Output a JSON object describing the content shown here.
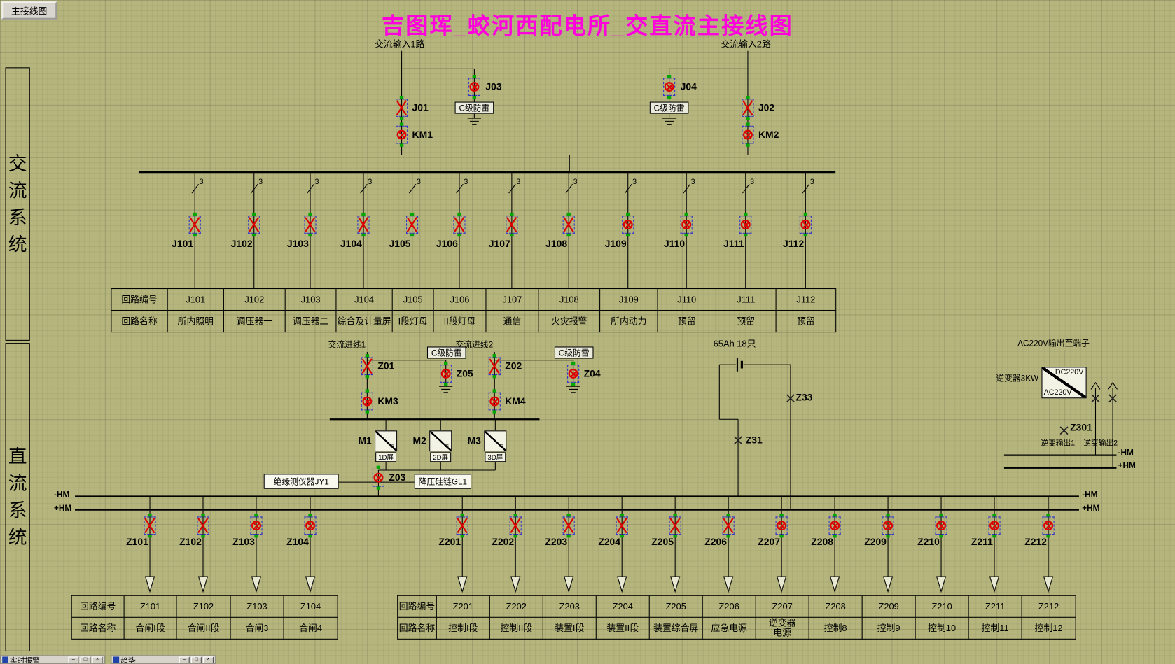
{
  "toolbar": {
    "view_button": "主接线图"
  },
  "title": "吉图珲_蛟河西配电所_交直流主接线图",
  "side": {
    "ac": "交流系统",
    "dc": "直流系统"
  },
  "table_headers": {
    "code": "回路编号",
    "name": "回路名称"
  },
  "ac": {
    "input1": "交流输入1路",
    "input2": "交流输入2路",
    "arrester": "C级防雷",
    "pole": "3",
    "devices": {
      "j01": "J01",
      "j02": "J02",
      "j03": "J03",
      "j04": "J04",
      "km1": "KM1",
      "km2": "KM2"
    }
  },
  "states": {
    "j01": "x",
    "j02": "x",
    "j03": "ox",
    "j04": "ox",
    "km1": "ox",
    "km2": "ox",
    "z01": "x",
    "z02": "x",
    "km3": "ox",
    "km4": "ox",
    "z03": "ox",
    "z04": "ox",
    "z05": "ox"
  },
  "ac_feeders": [
    {
      "id": "J101",
      "name": "所内照明",
      "state": "x"
    },
    {
      "id": "J102",
      "name": "调压器一",
      "state": "x"
    },
    {
      "id": "J103",
      "name": "调压器二",
      "state": "x"
    },
    {
      "id": "J104",
      "name": "综合及计量屏",
      "state": "x"
    },
    {
      "id": "J105",
      "name": "I段灯母",
      "state": "x"
    },
    {
      "id": "J106",
      "name": "II段灯母",
      "state": "x"
    },
    {
      "id": "J107",
      "name": "通信",
      "state": "x"
    },
    {
      "id": "J108",
      "name": "火灾报警",
      "state": "x"
    },
    {
      "id": "J109",
      "name": "所内动力",
      "state": "ox"
    },
    {
      "id": "J110",
      "name": "预留",
      "state": "ox"
    },
    {
      "id": "J111",
      "name": "预留",
      "state": "ox"
    },
    {
      "id": "J112",
      "name": "预留",
      "state": "ox"
    }
  ],
  "dc": {
    "in1": "交流进线1",
    "in2": "交流进线2",
    "arrester": "C级防雷",
    "z01": "Z01",
    "z02": "Z02",
    "z03": "Z03",
    "z04": "Z04",
    "z05": "Z05",
    "km3": "KM3",
    "km4": "KM4",
    "modules": [
      {
        "id": "M1",
        "panel": "1D屏"
      },
      {
        "id": "M2",
        "panel": "2D屏"
      },
      {
        "id": "M3",
        "panel": "3D屏"
      }
    ],
    "ac_mark": "~",
    "dc_mark": "=",
    "insulation_box": "绝缘测仪器JY1",
    "silicon_box": "降压硅链GL1",
    "battery": "65Ah 18只",
    "z31": "Z31",
    "z33": "Z33"
  },
  "inverter": {
    "terminal_label": "AC220V输出至端子",
    "name": "逆变器3KW",
    "dc": "DC220V",
    "ac": "AC220V",
    "z301": "Z301",
    "out1": "逆变输出1",
    "out2": "逆变输出2",
    "neg": "-HM",
    "pos": "+HM"
  },
  "bus": {
    "neg": "-HM",
    "pos": "+HM"
  },
  "dc_feeders_left": [
    {
      "id": "Z101",
      "name": "合闸I段",
      "state": "x"
    },
    {
      "id": "Z102",
      "name": "合闸II段",
      "state": "x"
    },
    {
      "id": "Z103",
      "name": "合闸3",
      "state": "ox"
    },
    {
      "id": "Z104",
      "name": "合闸4",
      "state": "ox"
    }
  ],
  "dc_feeders_right": [
    {
      "id": "Z201",
      "name": "控制I段",
      "state": "x"
    },
    {
      "id": "Z202",
      "name": "控制II段",
      "state": "x"
    },
    {
      "id": "Z203",
      "name": "装置I段",
      "state": "x"
    },
    {
      "id": "Z204",
      "name": "装置II段",
      "state": "x"
    },
    {
      "id": "Z205",
      "name": "装置综合屏",
      "state": "x"
    },
    {
      "id": "Z206",
      "name": "应急电源",
      "state": "x"
    },
    {
      "id": "Z207",
      "name": "逆变器\n电源",
      "state": "ox"
    },
    {
      "id": "Z208",
      "name": "控制8",
      "state": "ox"
    },
    {
      "id": "Z209",
      "name": "控制9",
      "state": "ox"
    },
    {
      "id": "Z210",
      "name": "控制10",
      "state": "ox"
    },
    {
      "id": "Z211",
      "name": "控制11",
      "state": "ox"
    },
    {
      "id": "Z212",
      "name": "控制12",
      "state": "ox"
    }
  ],
  "taskbar": {
    "windows": [
      {
        "title": "实时报警"
      },
      {
        "title": "趋势"
      }
    ]
  },
  "icons": {
    "minimize": "–",
    "restore": "□",
    "close": "×"
  },
  "colors": {
    "background": "#b5b57d",
    "title": "#ff00dd",
    "line": "#000000",
    "breaker": "#dd0000",
    "selection_box": "#3333cc",
    "terminal_dot": "#00a800"
  }
}
